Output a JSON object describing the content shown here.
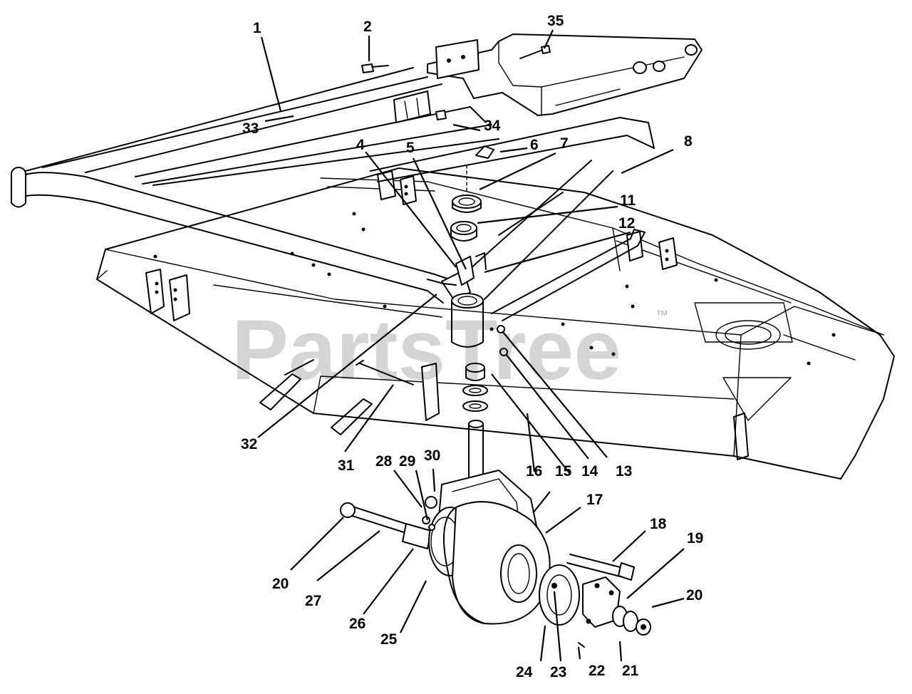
{
  "watermark": {
    "text": "PartsTree",
    "trademark": "™"
  },
  "callouts": {
    "c1": "1",
    "c2": "2",
    "c4": "4",
    "c5": "5",
    "c6": "6",
    "c7": "7",
    "c8": "8",
    "c11": "11",
    "c12": "12",
    "c13": "13",
    "c14": "14",
    "c15": "15",
    "c16": "16",
    "c17": "17",
    "c18": "18",
    "c19": "19",
    "c20a": "20",
    "c20b": "20",
    "c21": "21",
    "c22": "22",
    "c23": "23",
    "c24": "24",
    "c25": "25",
    "c26": "26",
    "c27": "27",
    "c28": "28",
    "c29": "29",
    "c30": "30",
    "c31": "31",
    "c32": "32",
    "c33": "33",
    "c34": "34",
    "c35": "35"
  }
}
